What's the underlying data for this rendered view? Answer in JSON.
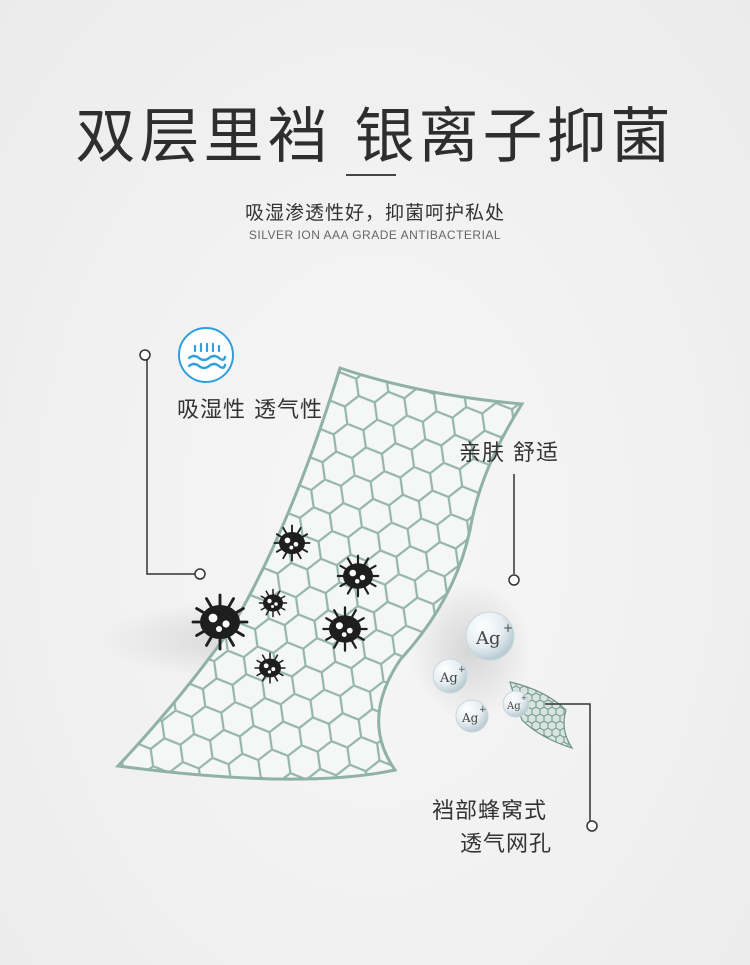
{
  "header": {
    "title": "双层里裆 银离子抑菌",
    "subtitle": "吸湿渗透性好，抑菌呵护私处",
    "subtitle_en": "SILVER ION AAA GRADE ANTIBACTERIAL"
  },
  "features": {
    "moisture": "吸湿性 透气性",
    "skin": "亲肤 舒适",
    "mesh_line1": "裆部蜂窝式",
    "mesh_line2": "透气网孔"
  },
  "ions": {
    "label": "Ag",
    "charge": "+"
  },
  "icons": [
    "water-wave-icon",
    "bacteria-icon",
    "silver-ion-icon"
  ],
  "colors": {
    "accent": "#2f9fe0",
    "mesh": "#8fb1a6",
    "text": "#333333"
  }
}
